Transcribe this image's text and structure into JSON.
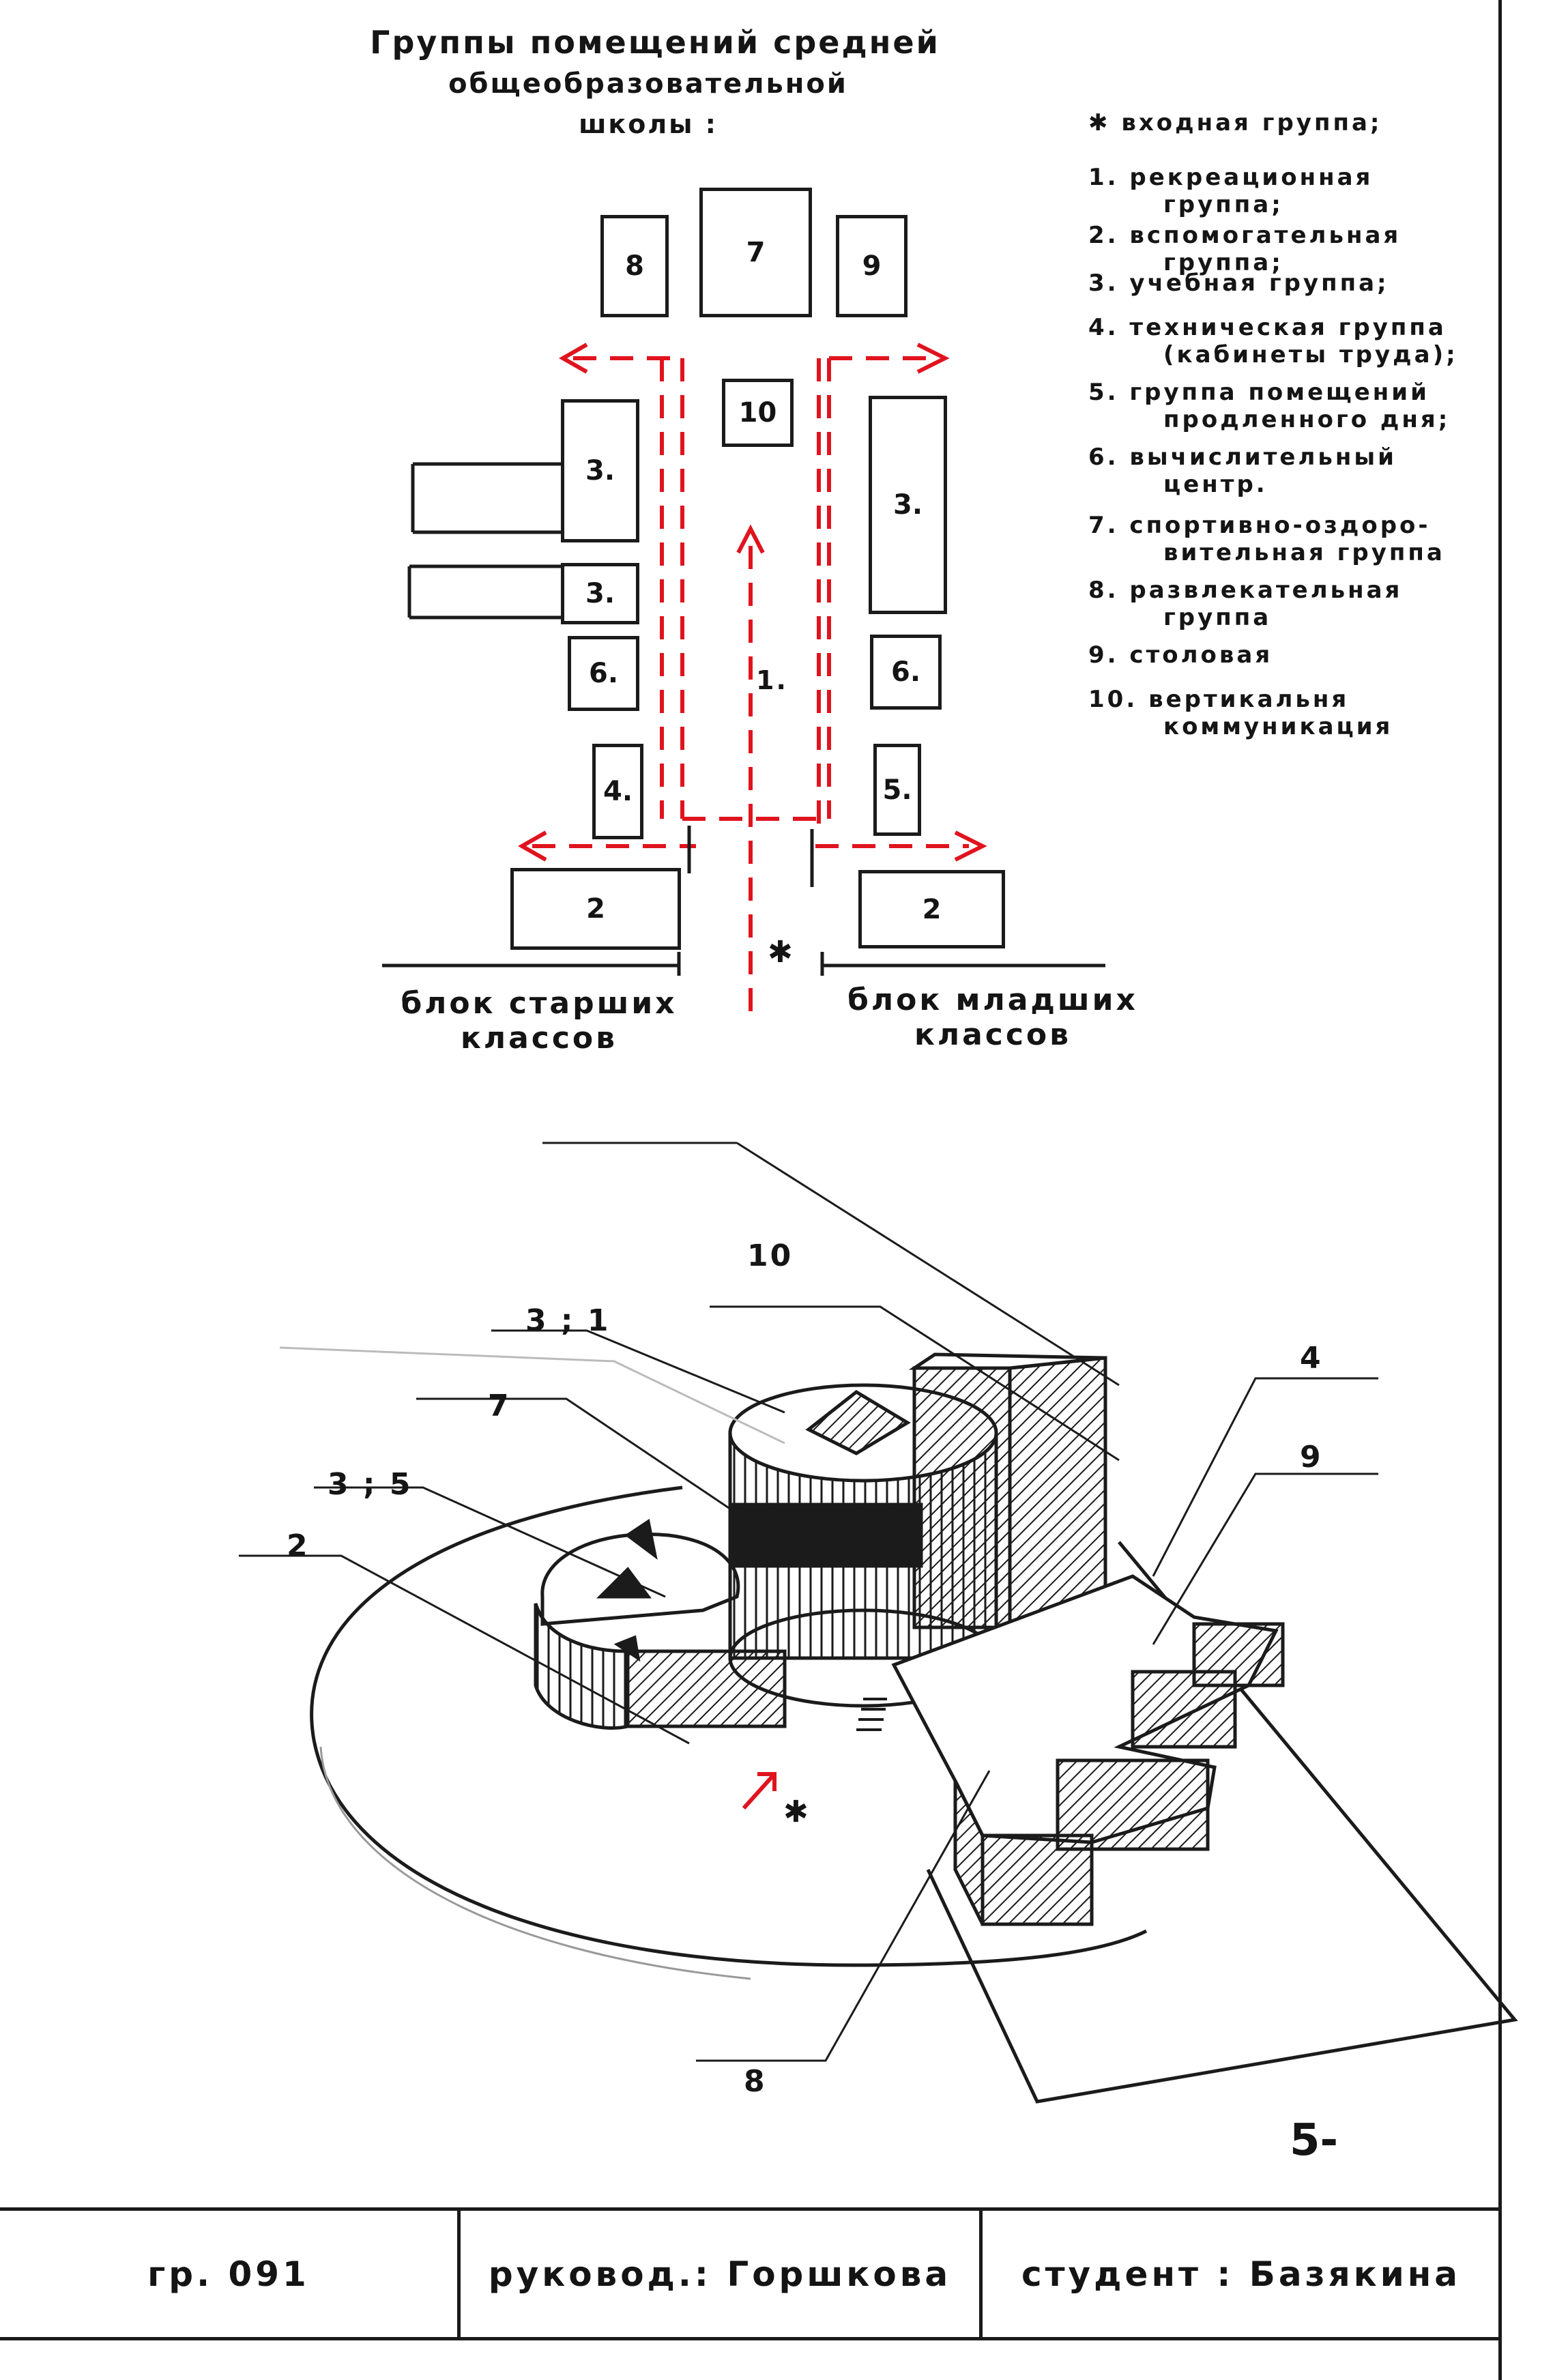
{
  "title": {
    "line1": "Группы помещений средней",
    "line2": "общеобразовательной",
    "line3": "школы :"
  },
  "legend": [
    {
      "text": "✱ входная группа;",
      "sub": ""
    },
    {
      "text": "1. рекреационная",
      "sub": "группа;"
    },
    {
      "text": "2. вспомогательная",
      "sub": "группа;"
    },
    {
      "text": "3. учебная группа;",
      "sub": ""
    },
    {
      "text": "4. техническая группа",
      "sub": "(кабинеты труда);"
    },
    {
      "text": "5. группа помещений",
      "sub": "продленного дня;"
    },
    {
      "text": "6. вычислительный",
      "sub": "центр."
    },
    {
      "text": "7. спортивно-оздоро-",
      "sub": "вительная группа"
    },
    {
      "text": "8. развлекательная",
      "sub": "группа"
    },
    {
      "text": "9. столовая",
      "sub": ""
    },
    {
      "text": "10. вертикальня",
      "sub": "коммуникация"
    }
  ],
  "plan": {
    "rooms": {
      "r8": "8",
      "r7": "7",
      "r9": "9",
      "r10": "10",
      "r3a": "3.",
      "r3b": "3.",
      "r3c": "3.",
      "r6l": "6.",
      "r6r": "6.",
      "r4": "4.",
      "r5": "5.",
      "r1": "1.",
      "r2l": "2",
      "r2r": "2"
    },
    "entrance": "✱",
    "block_left": {
      "line1": "блок старших",
      "line2": "классов"
    },
    "block_right": {
      "line1": "блок младших",
      "line2": "классов"
    },
    "colors": {
      "circulation": "#e0141e",
      "ink": "#1b1b1b"
    }
  },
  "axonometry": {
    "labels": {
      "l10": "10",
      "l31": "3 ; 1",
      "l7": "7",
      "l35": "3 ; 5",
      "l2": "2",
      "l4": "4",
      "l9": "9",
      "l8": "8",
      "entry": "✱"
    }
  },
  "page_number": "5-",
  "footer": {
    "group": "гр. 091",
    "supervisor": "руковод.: Горшкова",
    "student": "студент : Базякина"
  }
}
